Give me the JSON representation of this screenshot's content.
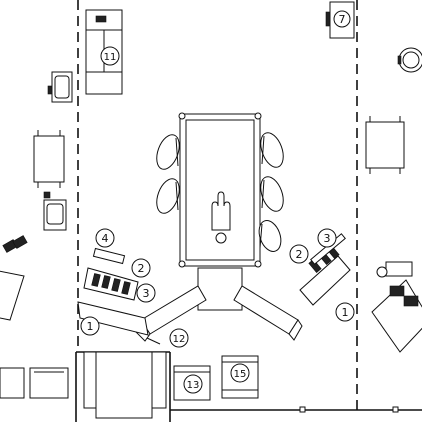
{
  "labels": {
    "n1_left": "1",
    "n1_right": "1",
    "n2_left": "2",
    "n2_right": "2",
    "n3_left": "3",
    "n3_right": "3",
    "n4": "4",
    "n7": "7",
    "n11": "11",
    "n12": "12",
    "n13": "13",
    "n15": "15"
  }
}
